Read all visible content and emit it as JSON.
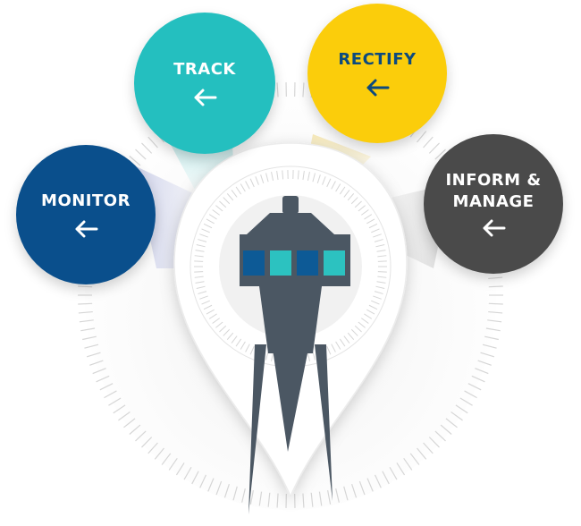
{
  "colors": {
    "monitor": "#0a4f8c",
    "track": "#24bfbf",
    "rectify": "#fbcd0b",
    "inform": "#4a4a4a",
    "label_dark": "#0d4a7e",
    "label_light": "#ffffff",
    "tower": "#4b5763",
    "window_blue": "#0d5a96",
    "window_teal": "#2cc2c0",
    "tick": "#d6d6d6"
  },
  "nodes": [
    {
      "id": "monitor",
      "label": "MONITOR",
      "icon": "arrow-left-icon"
    },
    {
      "id": "track",
      "label": "TRACK",
      "icon": "arrow-left-icon"
    },
    {
      "id": "rectify",
      "label": "RECTIFY",
      "icon": "arrow-left-icon"
    },
    {
      "id": "inform",
      "label_line1": "INFORM &",
      "label_line2": "MANAGE",
      "icon": "arrow-left-icon"
    }
  ],
  "center": {
    "icon": "watchtower-icon"
  }
}
